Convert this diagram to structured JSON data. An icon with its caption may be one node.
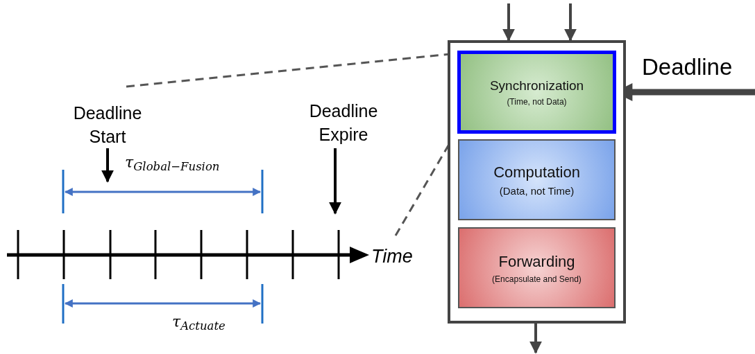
{
  "diagram": {
    "nodes": [
      {
        "text": [],
        "shape": "box"
      },
      {
        "text": [
          "Synchronization",
          "(Time, not Data)"
        ],
        "in": 0
      },
      {
        "text": [
          "Computation",
          "(Data, not Time)"
        ],
        "in": 0
      },
      {
        "text": [
          "Forwarding",
          "(Encapsulate and Send)"
        ],
        "in": 0
      },
      {
        "text": [
          "Deadline Start"
        ]
      },
      {
        "text": [
          "Deadline Expire"
        ]
      }
    ],
    "edges": [
      {
        "from": null,
        "to": 0,
        "arrow": "to"
      },
      {
        "from": null,
        "to": 0,
        "arrow": "to"
      },
      {
        "from": 0,
        "to": null,
        "arrow": "to"
      },
      {
        "from": null,
        "to": 1,
        "arrow": "to",
        "label": "Deadline",
        "style": "thick"
      },
      {
        "from": 4,
        "to": null,
        "arrow": "to",
        "color": "#000000"
      },
      {
        "from": 5,
        "to": null,
        "arrow": "to",
        "color": "#000000"
      },
      {
        "from": null,
        "to": 1,
        "arrow": "none",
        "style": "dashed"
      },
      {
        "from": null,
        "to": 1,
        "arrow": "none",
        "style": "dashed"
      }
    ],
    "labels": [
      "τ$_{Global−Fusion}$",
      "Time",
      "τ$_{Actuate}$"
    ]
  }
}
